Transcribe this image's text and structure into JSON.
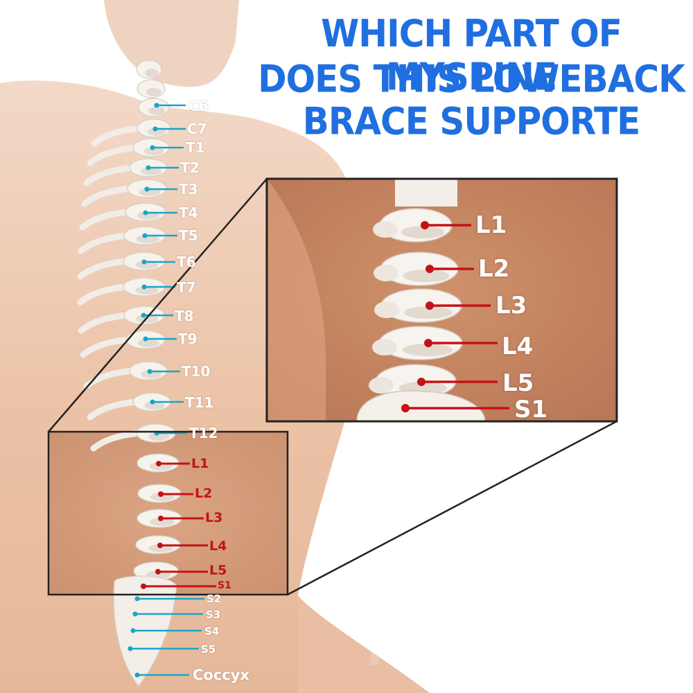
{
  "title": {
    "lines": [
      "WHICH PART OF MYSPINE",
      "DOES THIS LOWEBACK",
      "BRACE SUPPORTE"
    ]
  },
  "colors": {
    "title": "#1f6fe0",
    "cervical_thoracic_sacral_marker": "#18a6c8",
    "lumbar_marker": "#c41218",
    "skin": "#eec9b2",
    "zoom_background": "#c58661"
  },
  "spine_labels": {
    "cervical": [
      "C6",
      "C7"
    ],
    "thoracic": [
      "T1",
      "T2",
      "T3",
      "T4",
      "T5",
      "T6",
      "T7",
      "T8",
      "T9",
      "T10",
      "T11",
      "T12"
    ],
    "lumbar": [
      "L1",
      "L2",
      "L3",
      "L4",
      "L5"
    ],
    "sacral": [
      "S1",
      "S2",
      "S3",
      "S4",
      "S5"
    ],
    "coccyx": "Coccyx"
  },
  "zoom_panel": {
    "labels": [
      "L1",
      "L2",
      "L3",
      "L4",
      "L5",
      "S1"
    ]
  },
  "watermark": "TIKE"
}
